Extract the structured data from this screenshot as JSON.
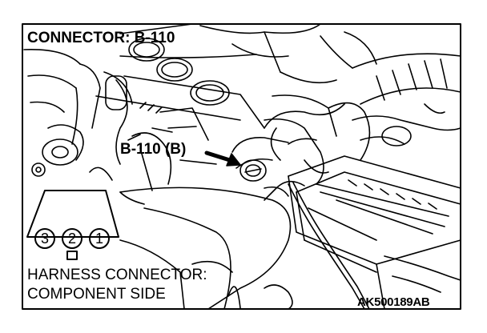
{
  "title": "CONNECTOR: B-110",
  "callout": "B-110 (B)",
  "harness_label_line1": "HARNESS CONNECTOR:",
  "harness_label_line2": "COMPONENT SIDE",
  "pins": [
    "3",
    "2",
    "1"
  ],
  "figure_code": "AK500189AB",
  "colors": {
    "ink": "#000000",
    "paper": "#ffffff"
  }
}
